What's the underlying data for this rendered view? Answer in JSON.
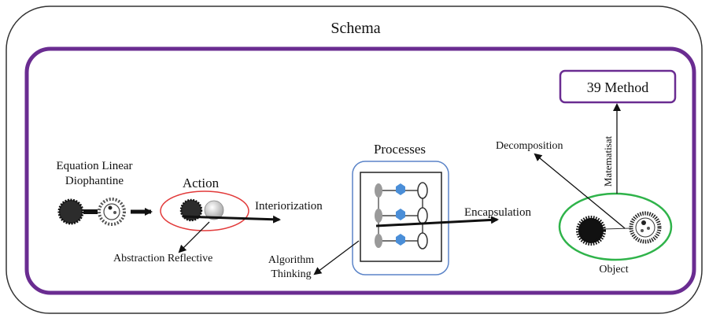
{
  "title": "Schema",
  "labels": {
    "equation_line1": "Equation Linear",
    "equation_line2": "Diophantine",
    "action": "Action",
    "interiorization": "Interiorization",
    "abstraction": "Abstraction Reflective",
    "processes": "Processes",
    "algorithm_line1": "Algorithm",
    "algorithm_line2": "Thinking",
    "encapsulation": "Encapsulation",
    "decomposition": "Decomposition",
    "matematisat": "Matematisat",
    "method": "39 Method",
    "object": "Object"
  },
  "colors": {
    "outer_border": "#333333",
    "inner_border": "#6a2c91",
    "action_ellipse": "#e23a3a",
    "processes_border": "#5b84c8",
    "object_ellipse": "#2fb34a",
    "method_border": "#6a2c91",
    "arrow": "#111111",
    "blue_node": "#4a8ed8",
    "gray_node": "#9a9a9a"
  }
}
